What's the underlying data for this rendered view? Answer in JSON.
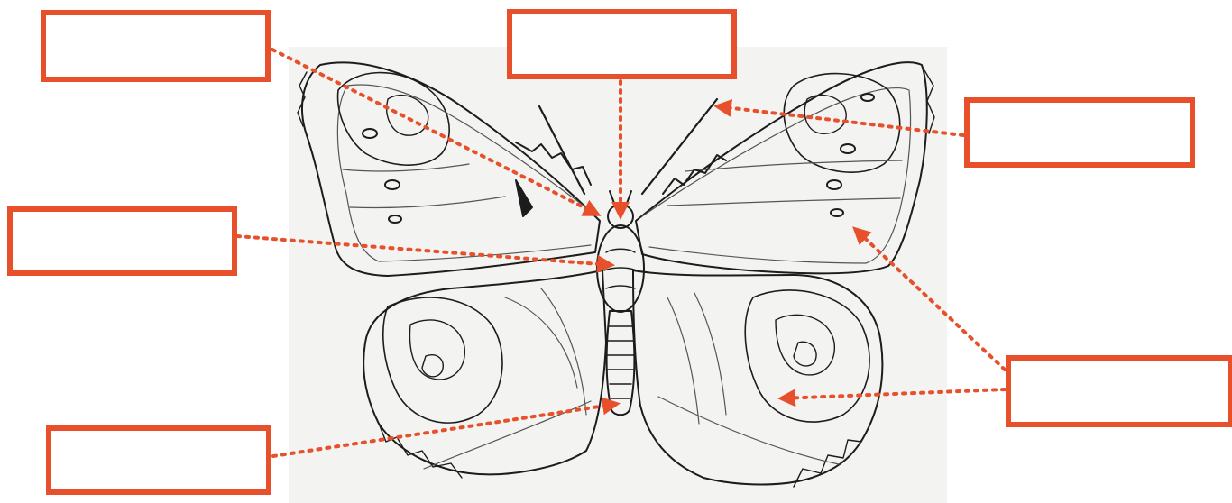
{
  "colors": {
    "accent": "#e8502b",
    "paper": "#f3f3f1",
    "ink": "#1c1c1c"
  },
  "labels": [
    {
      "id": "wing-tip-label",
      "text": ""
    },
    {
      "id": "head-label",
      "text": ""
    },
    {
      "id": "antenna-label",
      "text": ""
    },
    {
      "id": "thorax-label",
      "text": ""
    },
    {
      "id": "abdomen-label",
      "text": ""
    },
    {
      "id": "hindwing-label",
      "text": ""
    }
  ]
}
